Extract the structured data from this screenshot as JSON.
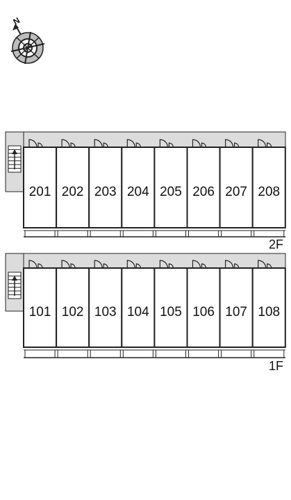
{
  "compass": {
    "north_label": "N",
    "icon": "compass-rose-icon"
  },
  "floors": [
    {
      "id": "2F",
      "label": "2F",
      "units": [
        "201",
        "202",
        "203",
        "204",
        "205",
        "206",
        "207",
        "208"
      ]
    },
    {
      "id": "1F",
      "label": "1F",
      "units": [
        "101",
        "102",
        "103",
        "104",
        "105",
        "106",
        "107",
        "108"
      ]
    }
  ],
  "colors": {
    "corridor": "#dcdcdc",
    "line": "#222222",
    "unit_fill": "#ffffff"
  }
}
